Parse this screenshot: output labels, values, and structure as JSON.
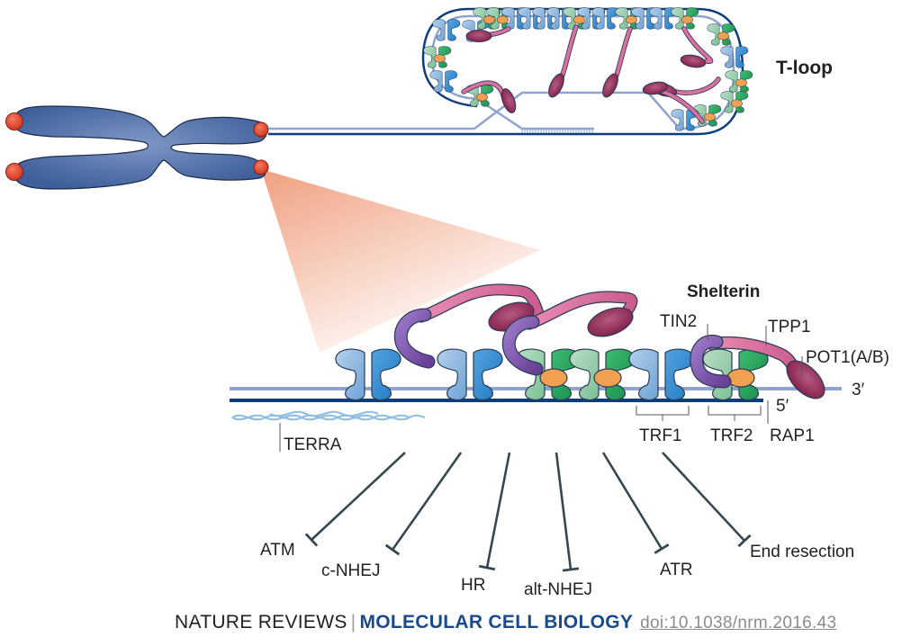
{
  "figure": {
    "tloop_label": "T-loop",
    "shelterin_label": "Shelterin",
    "terra_label": "TERRA",
    "components": {
      "tin2": "TIN2",
      "tpp1": "TPP1",
      "pot1": "POT1(A/B)",
      "trf1": "TRF1",
      "trf2": "TRF2",
      "rap1": "RAP1"
    },
    "strand_ends": {
      "three_prime": "3′",
      "five_prime": "5′"
    },
    "inhibited_pathways": [
      "ATM",
      "c-NHEJ",
      "HR",
      "alt-NHEJ",
      "ATR",
      "End resection"
    ]
  },
  "colors": {
    "chromosome": "#3d5f9b",
    "telomere_cap": "#e0402a",
    "dna_light": "#8fa3cc",
    "dna_dark": "#0d3d7c",
    "trf1": "#2f8ad0",
    "trf1_light": "#8db8e0",
    "trf2": "#1f9a55",
    "trf2_light": "#8cc8a3",
    "rap1": "#f0a050",
    "tin2": "#7a4ea8",
    "tpp1": "#d9709f",
    "pot1": "#8a1f4e",
    "inhibit_line": "#37474f",
    "zoom_fan": "#f0a080"
  },
  "footer": {
    "journal": "NATURE REVIEWS",
    "separator": "|",
    "subject": "MOLECULAR CELL BIOLOGY",
    "doi": "doi:10.1038/nrm.2016.43"
  }
}
